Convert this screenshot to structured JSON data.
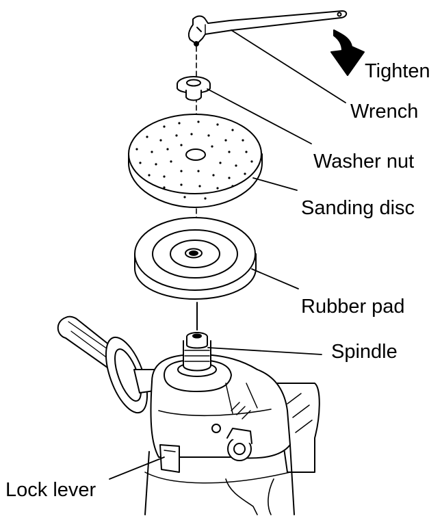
{
  "labels": {
    "tighten": "Tighten",
    "wrench": "Wrench",
    "washer_nut": "Washer nut",
    "sanding_disc": "Sanding disc",
    "rubber_pad": "Rubber pad",
    "spindle": "Spindle",
    "lock_lever": "Lock lever"
  },
  "colors": {
    "ink": "#000000",
    "paper": "#ffffff",
    "shade": "#e6e6e6"
  }
}
